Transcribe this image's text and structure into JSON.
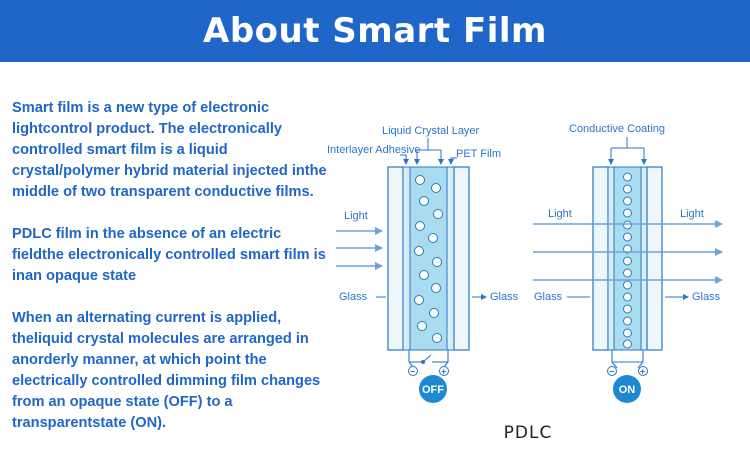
{
  "header": {
    "title": "About Smart Film"
  },
  "paragraphs": [
    "Smart film is a new type of electronic lightcontrol product. The electronically controlled smart film is a liquid crystal/polymer hybrid material injected inthe middle of two transparent conductive films.",
    "PDLC film in the absence of an electric fieldthe electronically controlled smart film is inan opaque state",
    "When an alternating current is applied, theliquid crystal molecules are arranged in anorderly manner, at which point the electrically controlled dimming film changes from an opaque state (OFF) to a transparentstate (ON)."
  ],
  "diagram": {
    "caption": "PDLC",
    "colors": {
      "accent": "#1f66c8",
      "line": "#2a76c9",
      "film": "#d6eef8",
      "liquid": "#a9dcef",
      "button": "#1e88d2"
    },
    "off": {
      "label_liquid_crystal": "Liquid Crystal Layer",
      "label_interlayer": "Interlayer Adhesive",
      "label_pet": "PET Film",
      "label_light": "Light",
      "label_glass_left": "Glass",
      "label_glass_right": "Glass",
      "minus": "−",
      "plus": "+",
      "state": "OFF"
    },
    "on": {
      "label_coating": "Conductive Coating",
      "label_light_left": "Light",
      "label_light_right": "Light",
      "label_glass_left": "Glass",
      "label_glass_right": "Glass",
      "minus": "−",
      "plus": "+",
      "state": "ON"
    }
  }
}
